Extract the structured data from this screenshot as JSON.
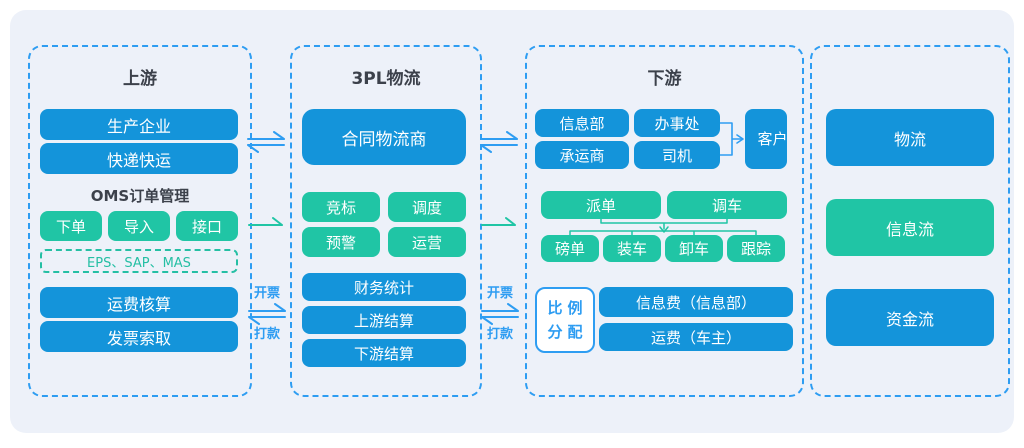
{
  "panels": {
    "upstream": {
      "title": "上游",
      "producers": "生产企业",
      "express": "快递快运",
      "oms_label": "OMS订单管理",
      "place_order": "下单",
      "import": "导入",
      "api": "接口",
      "erp_systems": "EPS、SAP、MAS",
      "freight_check": "运费核算",
      "invoice_request": "发票索取"
    },
    "logistics_3pl": {
      "title": "3PL物流",
      "contract_provider": "合同物流商",
      "bidding": "竞标",
      "dispatch": "调度",
      "warning": "预警",
      "operation": "运营",
      "finance_stats": "财务统计",
      "upstream_settlement": "上游结算",
      "downstream_settlement": "下游结算"
    },
    "downstream": {
      "title": "下游",
      "info_dept": "信息部",
      "office": "办事处",
      "carrier": "承运商",
      "driver": "司机",
      "customer": "客户",
      "assign_order": "派单",
      "allocate_truck": "调车",
      "weigh_note": "磅单",
      "loading": "装车",
      "unloading": "卸车",
      "tracking": "跟踪",
      "ratio_split": "比例分配",
      "info_fee": "信息费（信息部）",
      "freight_fee": "运费（车主）"
    },
    "flows": {
      "logistics": "物流",
      "information": "信息流",
      "capital": "资金流"
    }
  },
  "arrow_labels": {
    "invoice": "开票",
    "payment": "打款"
  },
  "colors": {
    "button_blue": "#1494da",
    "button_green": "#20c5a5",
    "border_blue": "#2e9df2",
    "teal_text": "#25bfa4",
    "canvas_background": "#edf1f9"
  }
}
